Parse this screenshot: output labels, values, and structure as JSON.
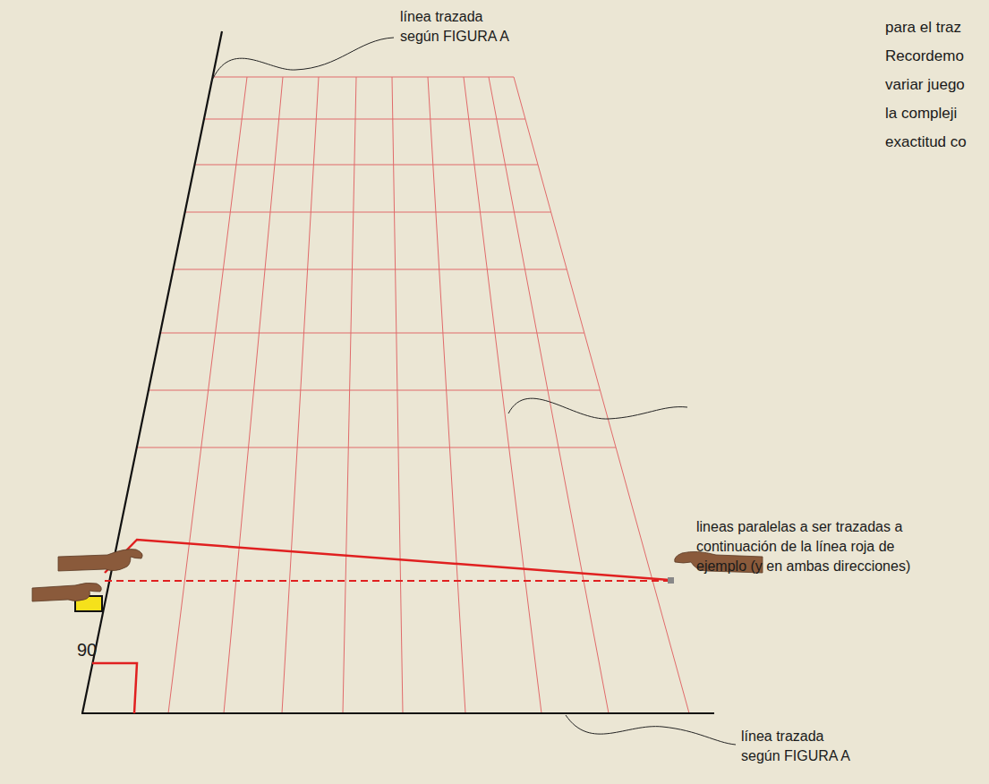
{
  "diagram": {
    "labels": [
      "línea trazada según FIGURA A",
      "lineas paralelas a ser trazadas a continuación de la línea roja de ejemplo (y en ambas direcciones)",
      "90",
      "línea trazada según FIGURA A",
      "para el traz",
      "Recordemo",
      "variar juego",
      "la compleji",
      "exactitud co"
    ]
  }
}
